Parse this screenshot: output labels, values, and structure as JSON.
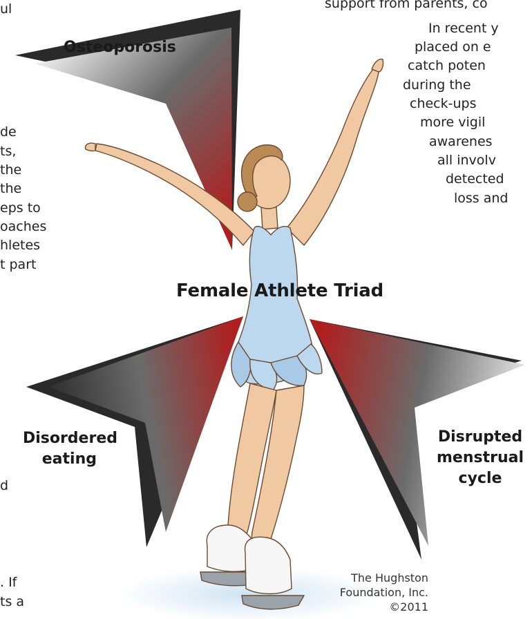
{
  "title": "Female Athlete Triad",
  "labels": {
    "top": "Osteoporosis",
    "left": [
      "Disordered",
      "eating"
    ],
    "right": [
      "Disrupted",
      "menstrual",
      "cycle"
    ]
  },
  "credit": [
    "The Hughston",
    "Foundation, Inc.",
    "©2011"
  ],
  "left_fragments": [
    "ul",
    "de",
    "ts,",
    "the",
    "the",
    "eps to",
    "oaches",
    "hletes",
    "t part",
    "d",
    ". If",
    "ts a"
  ],
  "right_fragments": [
    "support from parents, co",
    "In recent y",
    "placed on e",
    "catch poten",
    "during the",
    "check-ups",
    "more vigil",
    "awarenes",
    "all involv",
    "detected",
    "loss and"
  ],
  "colors": {
    "arrow_dark": "#2a2a2a",
    "arrow_red": "#b01e1e",
    "dress": "#bcd8ee",
    "skin": "#f0c9a3",
    "hair": "#b98a54"
  }
}
